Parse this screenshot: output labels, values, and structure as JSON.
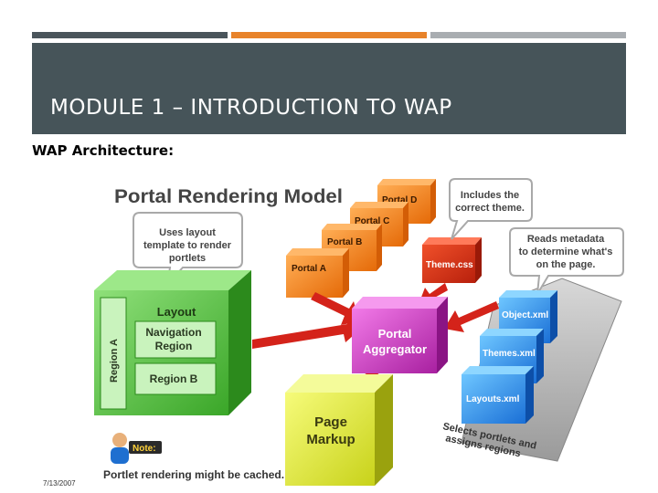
{
  "slide": {
    "title": "MODULE 1 – INTRODUCTION TO WAP",
    "subtitle": "WAP Architecture:",
    "date": "7/13/2007"
  },
  "diagram": {
    "heading": "Portal Rendering Model",
    "portals": [
      "Portal D",
      "Portal C",
      "Portal B",
      "Portal A"
    ],
    "theme_css": "Theme.css",
    "callout_layout": [
      "Uses layout",
      "template to render",
      "portlets"
    ],
    "callout_theme": [
      "Includes the",
      "correct theme."
    ],
    "callout_metadata": [
      "Reads metadata",
      "to determine what's",
      "on the page."
    ],
    "region_a": "Region A",
    "layout": "Layout",
    "navigation_region": [
      "Navigation",
      "Region"
    ],
    "region_b": "Region B",
    "aggregator": [
      "Portal",
      "Aggregator"
    ],
    "object_xml": "Object.xml",
    "themes_xml": "Themes.xml",
    "layouts_xml": "Layouts.xml",
    "select_note": [
      "Selects portlets and",
      "assigns regions"
    ],
    "page_markup": [
      "Page",
      "Markup"
    ],
    "note_label": "Note:",
    "note_text": "Portlet rendering might be cached."
  }
}
